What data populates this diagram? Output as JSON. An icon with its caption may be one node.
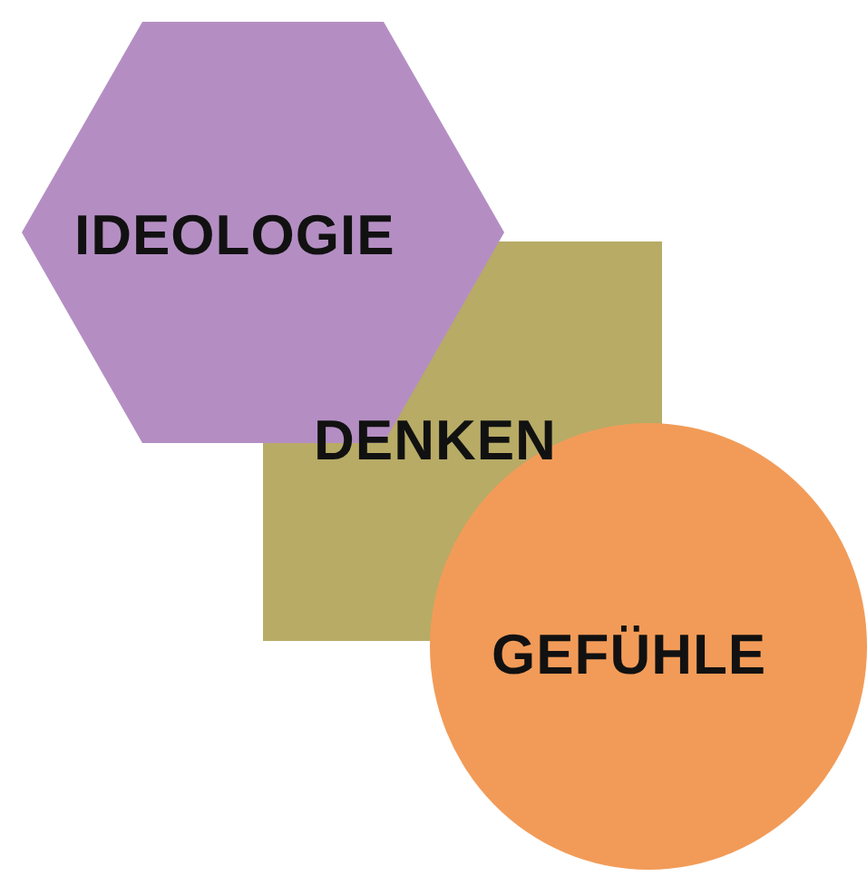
{
  "diagram": {
    "nodes": [
      {
        "text": [
          "IDEOLOGIE"
        ]
      },
      {
        "text": [
          "DENKEN"
        ]
      },
      {
        "text": [
          "GEFÜHLE"
        ]
      }
    ]
  }
}
